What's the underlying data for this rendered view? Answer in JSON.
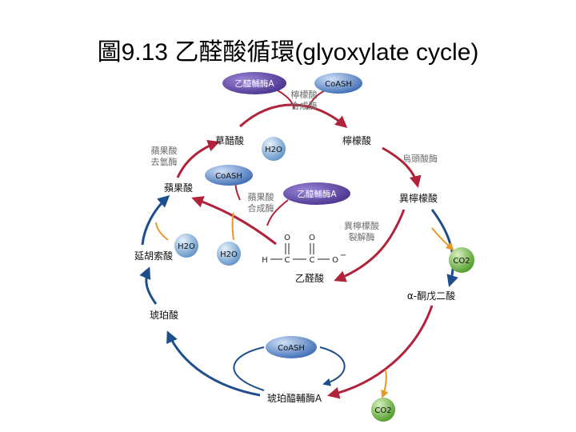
{
  "title": "圖9.13 乙醛酸循環(glyoxylate cycle)",
  "metabolites": {
    "oxaloacetate": "草醋酸",
    "citrate": "檸檬酸",
    "isocitrate": "異檸檬酸",
    "alpha_kg": "α-酮戊二酸",
    "succinyl_coa": "琥珀醯輔酶A",
    "succinate": "琥珀酸",
    "fumarate": "延胡索酸",
    "malate": "蘋果酸",
    "glyoxylate": "乙醛酸"
  },
  "enzymes": {
    "citrate_synthase": [
      "檸檬酸",
      "合成酶"
    ],
    "aconitase": "烏頭酸酶",
    "malate_dh": [
      "蘋果酸",
      "去氫酶"
    ],
    "malate_synthase": [
      "蘋果酸",
      "合成酶"
    ],
    "isocitrate_lyase": [
      "異檸檬酸",
      "裂解酶"
    ]
  },
  "ovals": {
    "acetyl_coa_top": "乙醯輔酶A",
    "acetyl_coa_mid": "乙醯輔酶A"
  },
  "balls": {
    "coash_top": "CoASH",
    "h2o_top": "H2O",
    "coash_mid": "CoASH",
    "h2o_left1": "H2O",
    "h2o_left2": "H2O",
    "co2_right": "CO2",
    "coash_bottom": "CoASH",
    "co2_bottom": "CO2"
  },
  "glyoxylate_structure": {
    "o1": "O",
    "o2": "O",
    "h": "H",
    "c1": "C",
    "c2": "C",
    "o_minus": "O",
    "charge": "−"
  },
  "colors": {
    "red_arrow": "#b0233a",
    "blue_arrow": "#1f4e8c",
    "orange_arrow": "#e49a2a",
    "oval": "#6b52b0",
    "coash_ball": "#5b86c8",
    "h2o_ball": "#79a8d6",
    "co2_ball": "#7cc04a"
  }
}
